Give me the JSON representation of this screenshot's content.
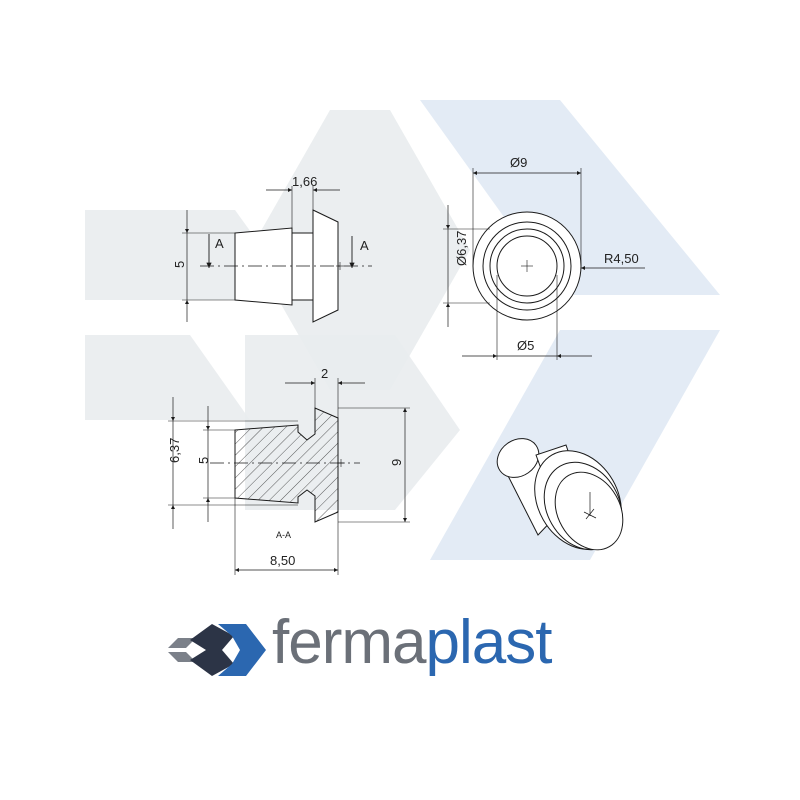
{
  "colors": {
    "background": "#ffffff",
    "watermark_gray": "#e9ecee",
    "watermark_blue": "#e3ebf5",
    "line": "#1a1a1a",
    "logo_gray": "#6b7078",
    "logo_blue": "#2b67b0",
    "logo_dark": "#2c3446"
  },
  "side_view": {
    "dim_top": "1,66",
    "dim_left": "5",
    "section_label_left": "A",
    "section_label_right": "A"
  },
  "front_view": {
    "dim_outer": "Ø9",
    "dim_inner": "Ø5",
    "dim_vertical": "Ø6,37",
    "dim_radius": "R4,50"
  },
  "section_view": {
    "dim_top": "2",
    "dim_left_outer": "6,37",
    "dim_left_inner": "5",
    "dim_right": "9",
    "dim_bottom": "8,50",
    "caption": "A-A"
  },
  "logo": {
    "icon": "fermaplast-cube-icon",
    "word_part1": "ferma",
    "word_part2": "plast"
  }
}
